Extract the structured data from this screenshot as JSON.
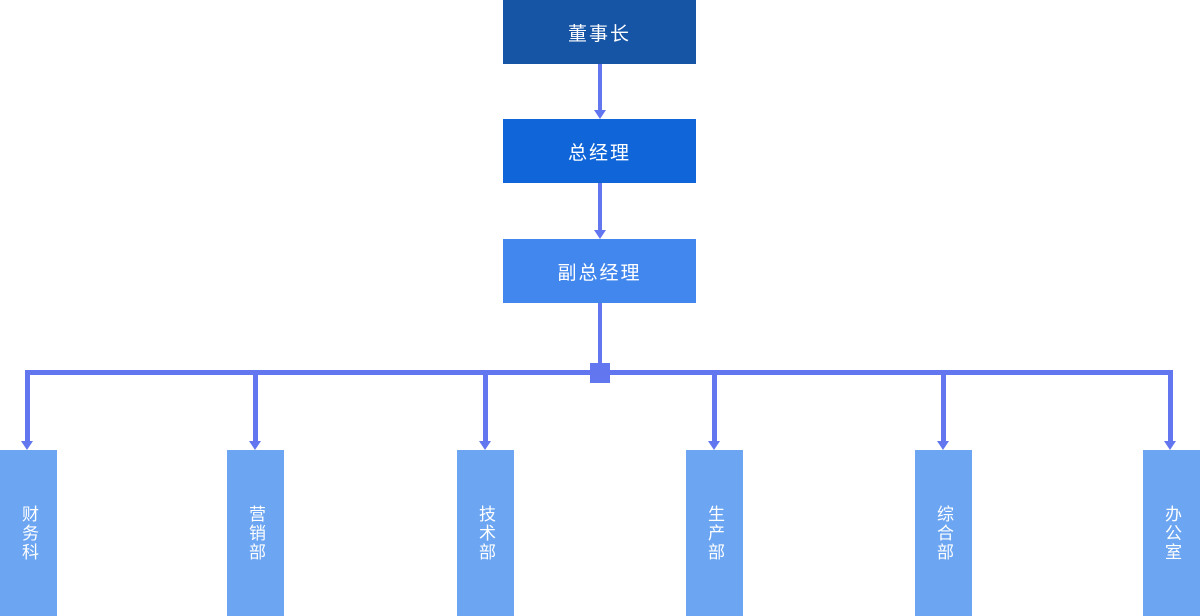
{
  "diagram": {
    "type": "org-chart",
    "background": "#ffffff",
    "colors": {
      "level1": "#1654a6",
      "level2": "#1066d9",
      "level3": "#4287ee",
      "department": "#6ca5f1",
      "connector": "#6277ef",
      "node_text": "#ffffff"
    },
    "hierarchy": {
      "level1": {
        "label": "董事长"
      },
      "level2": {
        "label": "总经理"
      },
      "level3": {
        "label": "副总经理"
      },
      "departments": [
        {
          "label": "财务科"
        },
        {
          "label": "营销部"
        },
        {
          "label": "技术部"
        },
        {
          "label": "生产部"
        },
        {
          "label": "综合部"
        },
        {
          "label": "办公室"
        }
      ]
    }
  }
}
